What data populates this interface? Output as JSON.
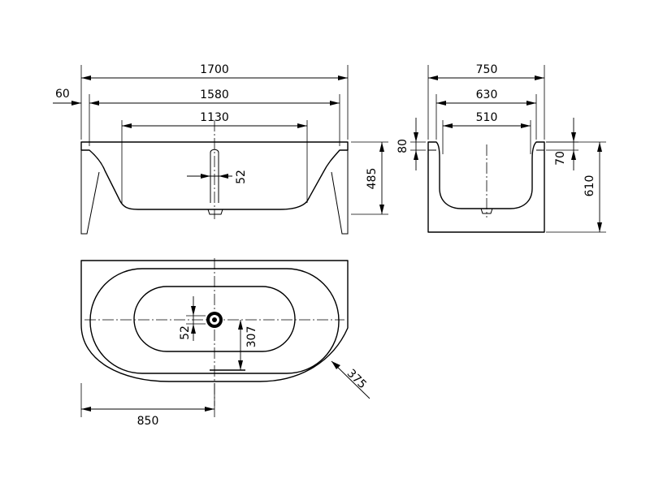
{
  "front_view": {
    "overall_length": "1700",
    "rim_thickness": "60",
    "inner_top_length": "1580",
    "floor_length": "1130",
    "drain_diameter": "52",
    "height": "485"
  },
  "side_view": {
    "overall_width": "750",
    "inner_top_width": "630",
    "floor_width": "510",
    "rim_offset": "80",
    "rim_offset_right": "70",
    "total_height": "610"
  },
  "plan_view": {
    "drain_diameter": "52",
    "drain_offset": "307",
    "half_length": "850",
    "corner_radius": "375"
  }
}
